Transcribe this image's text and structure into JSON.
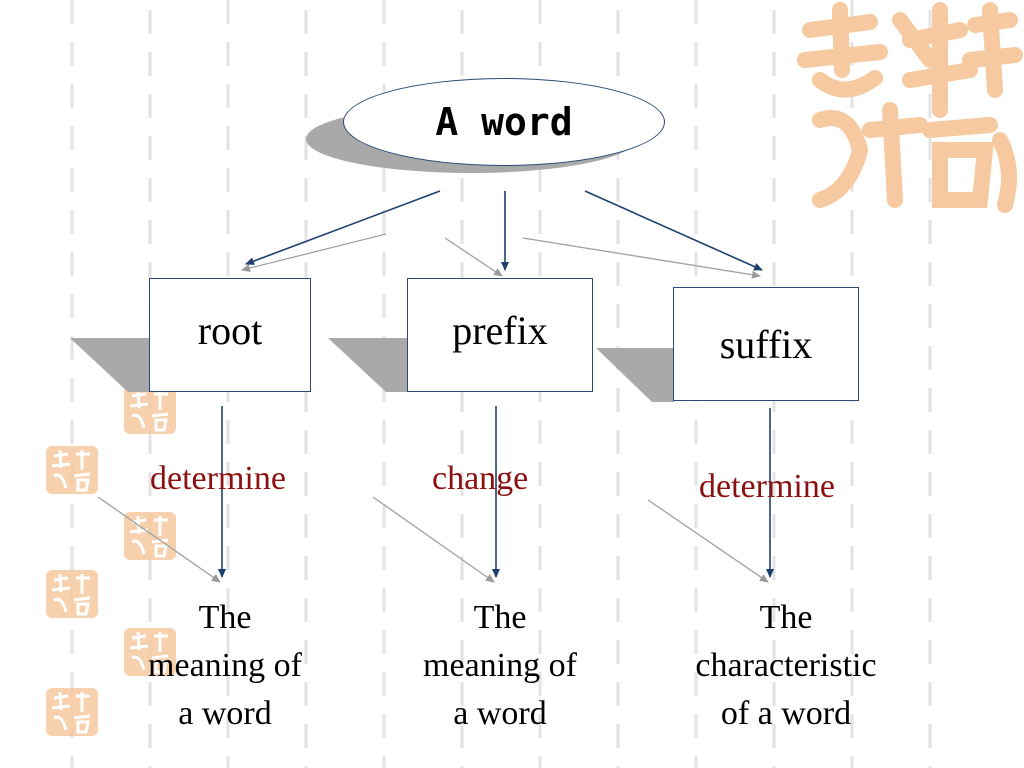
{
  "top_node": {
    "label": "A word"
  },
  "parts": [
    {
      "label": "root",
      "verb": "determine",
      "result_lines": [
        "The",
        "meaning of",
        "a word"
      ]
    },
    {
      "label": "prefix",
      "verb": "change",
      "result_lines": [
        "The",
        "meaning of",
        "a word"
      ]
    },
    {
      "label": "suffix",
      "verb": "determine",
      "result_lines": [
        "The",
        "characteristic",
        "of a word"
      ]
    }
  ],
  "colors": {
    "border": "#2b4a78",
    "arrow": "#1f3f6e",
    "verb_text": "#8b1111",
    "shadow": "#a9a9a9",
    "seal": "#f6c9a0",
    "background_lines": "#e3e3e3"
  }
}
